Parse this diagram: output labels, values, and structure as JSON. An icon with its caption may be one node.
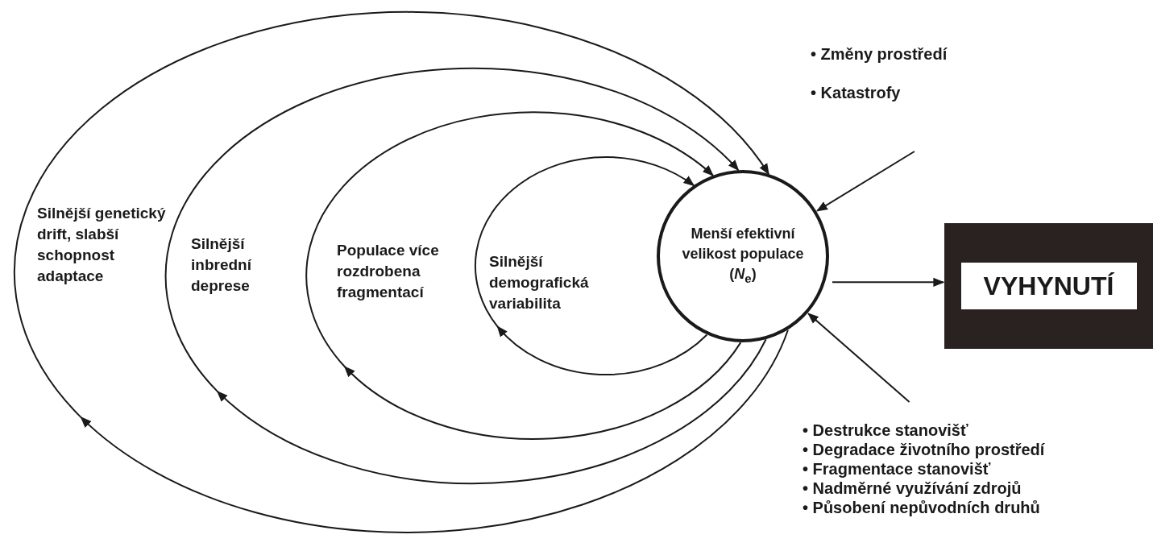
{
  "diagram": {
    "nodes": [
      {
        "text": [
          "• Změny prostředí",
          "• Katastrofy"
        ]
      },
      {
        "text": [
          "Menší efektivní velikost populace (*N*$_{e}$)"
        ]
      },
      {
        "text": [
          "VYHYNUTÍ"
        ]
      },
      {
        "text": [
          "• Destrukce stanovišť",
          "• Degradace životního prostředí",
          "• Fragmentace stanovišť",
          "• Nadměrné využívání zdrojů",
          "• Působení nepůvodních druhů"
        ]
      }
    ],
    "edges": [
      {
        "from": 0,
        "to": 1,
        "arrow": "to"
      },
      {
        "from": 3,
        "to": 1,
        "arrow": "to"
      },
      {
        "from": 1,
        "to": 2,
        "arrow": "to"
      },
      {
        "from": 1,
        "to": 1,
        "arrow": "to",
        "label": "Silnější genetický drift, slabší schopnost adaptace"
      },
      {
        "from": 1,
        "to": 1,
        "arrow": "to",
        "label": "Silnější inbrední deprese"
      },
      {
        "from": 1,
        "to": 1,
        "arrow": "to",
        "label": "Populace více rozdrobena fragmentací"
      },
      {
        "from": 1,
        "to": 1,
        "arrow": "to",
        "label": "Silnější demografická variabilita"
      }
    ]
  }
}
